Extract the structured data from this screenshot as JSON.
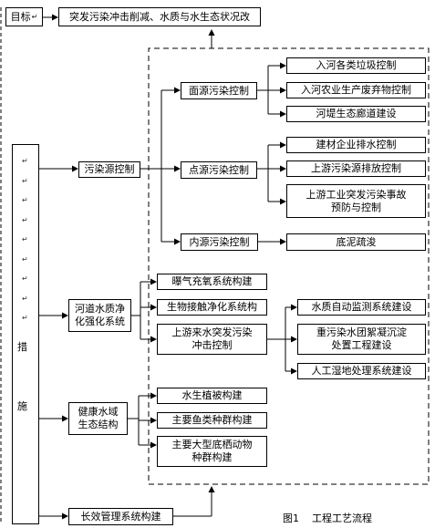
{
  "goal": {
    "label": "目标",
    "mark": "↵",
    "text": "突发污染冲击削减、水质与水生态状况改"
  },
  "measures": {
    "char1": "措",
    "char2": "施",
    "mark": "↵"
  },
  "pollution_control": {
    "label": "污染源控制",
    "nonpoint": {
      "label": "面源污染控制",
      "items": [
        "入河各类垃圾控制",
        "入河农业生产废弃物控制",
        "河堤生态廊道建设"
      ]
    },
    "point": {
      "label": "点源污染控制",
      "items": [
        "建材企业排水控制",
        "上游污染源排放控制",
        "上游工业突发污染事故",
        "预防与控制"
      ]
    },
    "internal": {
      "label": "内源污染控制",
      "items": [
        "底泥疏浚"
      ]
    }
  },
  "river_purification": {
    "label1": "河道水质净",
    "label2": "化强化系统",
    "items": [
      "曝气充氧系统构建",
      "生物接触净化系统构",
      "上游来水突发污染",
      "冲击控制"
    ],
    "sub": [
      "水质自动监测系统建设",
      "重污染水团絮凝沉淀",
      "处置工程建设",
      "人工湿地处理系统建设"
    ]
  },
  "healthy_water": {
    "label1": "健康水域",
    "label2": "生态结构",
    "items": [
      "水生植被构建",
      "主要鱼类种群构建",
      "主要大型底栖动物",
      "种群构建"
    ]
  },
  "long_term": {
    "label": "长效管理系统构建"
  },
  "caption": "图1    工程工艺流程"
}
